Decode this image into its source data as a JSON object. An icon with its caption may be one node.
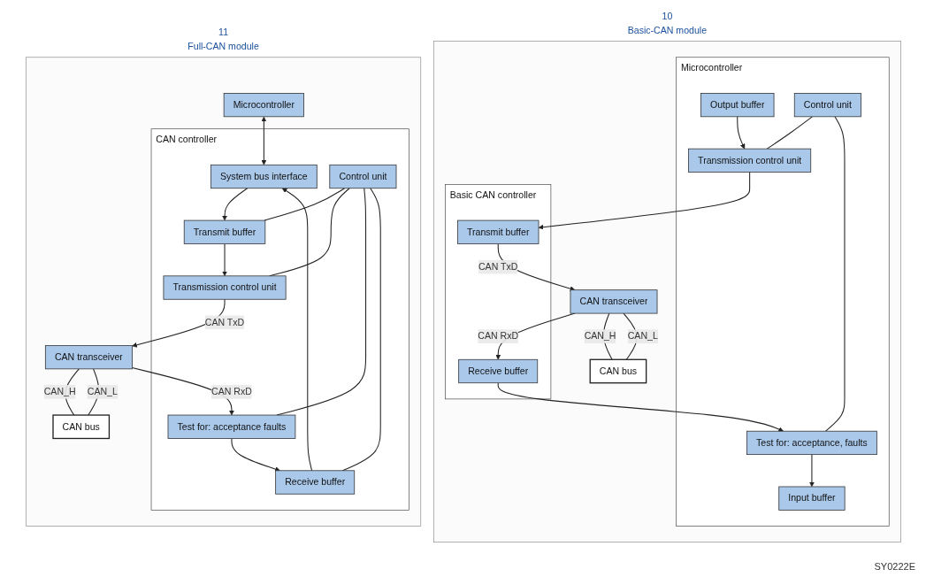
{
  "diagram": {
    "nodes": [
      {
        "text": [
          "10",
          "Basic-CAN module"
        ]
      },
      {
        "text": [
          "Microcontroller"
        ],
        "in": 0
      },
      {
        "text": [
          "Output buffer"
        ],
        "in": 1
      },
      {
        "text": [
          "Input buffer"
        ],
        "in": 1
      },
      {
        "text": [
          "Control unit"
        ],
        "in": 1
      },
      {
        "text": [
          "Transmission control unit"
        ],
        "in": 1
      },
      {
        "text": [
          "Test for: acceptance, faults"
        ],
        "in": 1
      },
      {
        "text": [
          "Basic CAN controller"
        ],
        "in": 0
      },
      {
        "text": [
          "Transmit buffer"
        ],
        "in": 7
      },
      {
        "text": [
          "Receive buffer"
        ],
        "in": 7
      },
      {
        "text": [
          "CAN transceiver"
        ],
        "in": 0
      },
      {
        "text": [
          "CAN bus"
        ],
        "in": 0
      },
      {
        "text": [
          "11",
          "Full-CAN module"
        ]
      },
      {
        "text": [
          "Microcontroller"
        ],
        "in": 12
      },
      {
        "text": [
          "CAN controller"
        ],
        "in": 12
      },
      {
        "text": [
          "System bus interface"
        ],
        "in": 14
      },
      {
        "text": [
          "Control unit"
        ],
        "in": 14
      },
      {
        "text": [
          "Transmit buffer"
        ],
        "in": 14
      },
      {
        "text": [
          "Receive buffer"
        ],
        "in": 14
      },
      {
        "text": [
          "Transmission control unit"
        ],
        "in": 14
      },
      {
        "text": [
          "Test for: acceptance faults"
        ],
        "in": 14
      },
      {
        "text": [
          "CAN transceiver"
        ],
        "in": 12
      },
      {
        "text": [
          "CAN bus"
        ],
        "in": 12
      }
    ],
    "edges": [
      {
        "from": 2,
        "to": 5,
        "arrow": "to"
      },
      {
        "from": 6,
        "to": 3,
        "arrow": "to"
      },
      {
        "from": 4,
        "to": 5,
        "arrow": "none"
      },
      {
        "from": 4,
        "to": 6,
        "arrow": "none"
      },
      {
        "from": 5,
        "to": 8,
        "arrow": "to"
      },
      {
        "from": 9,
        "to": 6,
        "arrow": "to"
      },
      {
        "from": 8,
        "to": 10,
        "label": "CAN TxD",
        "arrow": "to"
      },
      {
        "from": 10,
        "to": 9,
        "label": "CAN RxD",
        "arrow": "to"
      },
      {
        "from": 10,
        "to": 11,
        "label": "CAN_H",
        "arrow": "none"
      },
      {
        "from": 10,
        "to": 11,
        "label": "CAN_L",
        "arrow": "none"
      },
      {
        "from": 13,
        "to": 15,
        "arrow": "both"
      },
      {
        "from": 15,
        "to": 17,
        "arrow": "to"
      },
      {
        "from": 18,
        "to": 15,
        "arrow": "to"
      },
      {
        "from": 16,
        "to": 17,
        "arrow": "none"
      },
      {
        "from": 16,
        "to": 19,
        "arrow": "none"
      },
      {
        "from": 16,
        "to": 20,
        "arrow": "none"
      },
      {
        "from": 16,
        "to": 18,
        "arrow": "none"
      },
      {
        "from": 17,
        "to": 19,
        "arrow": "to"
      },
      {
        "from": 20,
        "to": 18,
        "arrow": "to"
      },
      {
        "from": 19,
        "to": 21,
        "label": "CAN TxD",
        "arrow": "to"
      },
      {
        "from": 21,
        "to": 20,
        "label": "CAN RxD",
        "arrow": "to"
      },
      {
        "from": 21,
        "to": 22,
        "label": "CAN_H",
        "arrow": "none"
      },
      {
        "from": 21,
        "to": 22,
        "label": "CAN_L",
        "arrow": "none"
      }
    ],
    "labels": [
      "SY0222E"
    ]
  }
}
